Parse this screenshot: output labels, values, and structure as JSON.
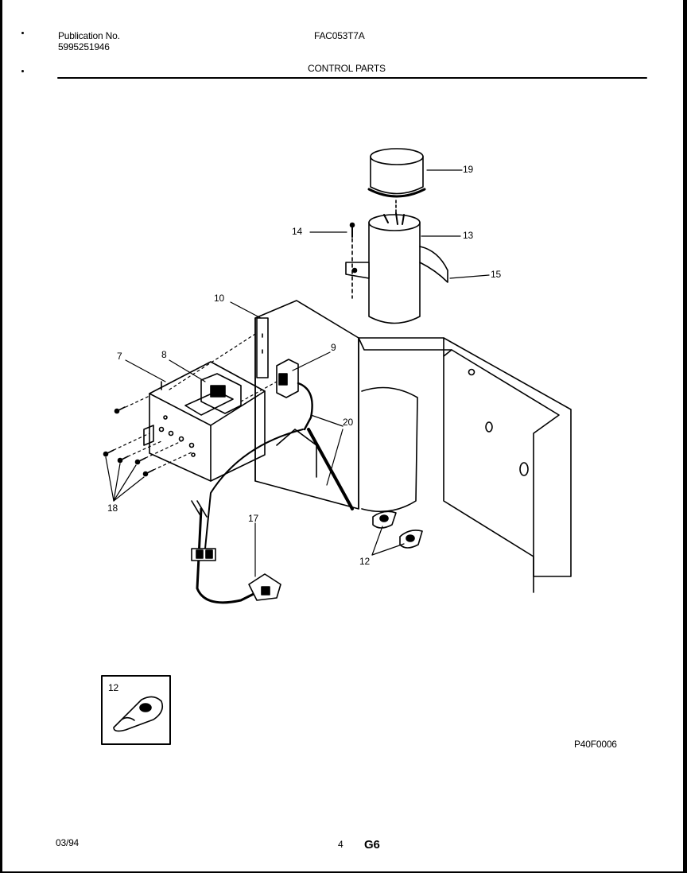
{
  "header": {
    "publication_label": "Publication No.",
    "publication_number": "5995251946",
    "model": "FAC053T7A",
    "section_title": "CONTROL PARTS"
  },
  "callouts": {
    "c7": "7",
    "c8": "8",
    "c9": "9",
    "c10": "10",
    "c12": "12",
    "c13": "13",
    "c14": "14",
    "c15": "15",
    "c17": "17",
    "c18": "18",
    "c19": "19",
    "c20": "20"
  },
  "inset": {
    "label": "12"
  },
  "figure_code": "P40F0006",
  "footer": {
    "date": "03/94",
    "page": "4",
    "code": "G6"
  }
}
